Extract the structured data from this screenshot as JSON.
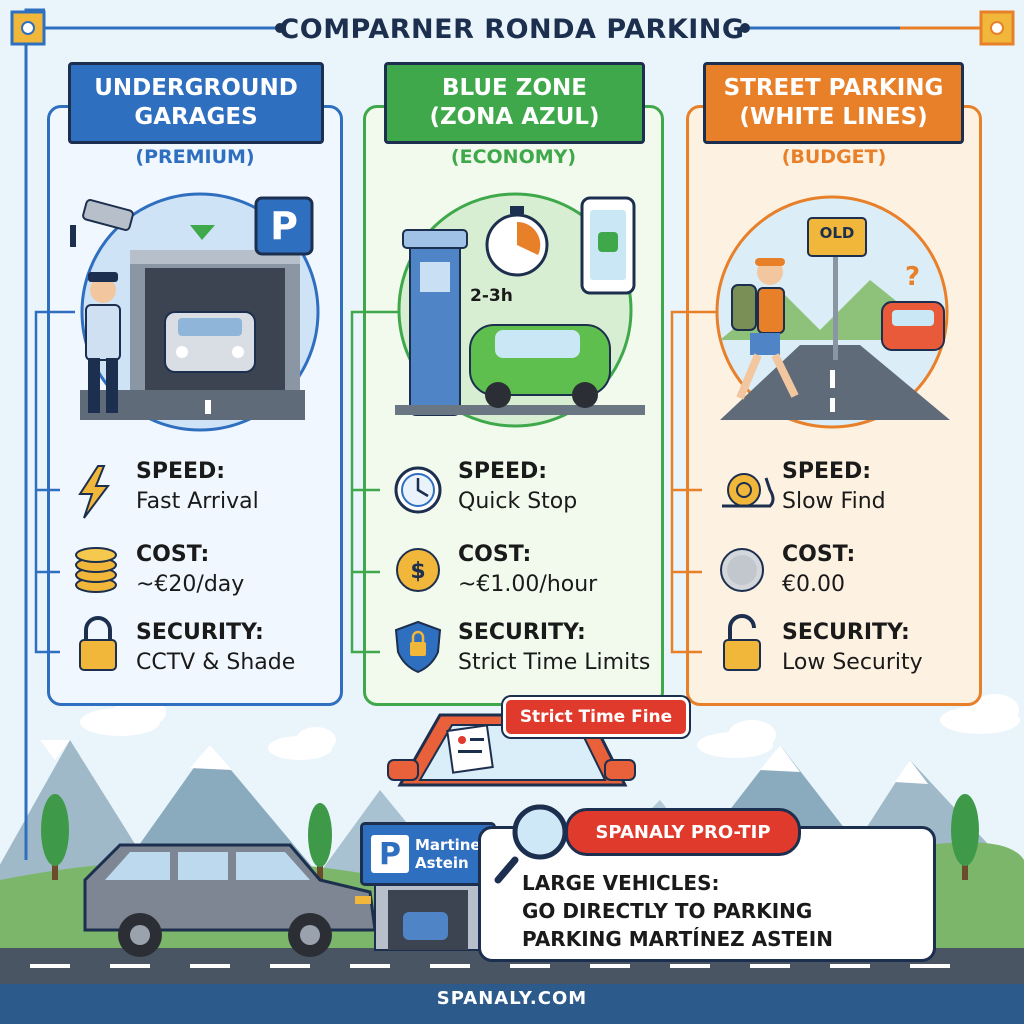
{
  "title": "COMPARNER RONDA PARKING",
  "colors": {
    "blue": "#2f6fc0",
    "green": "#3ea84a",
    "orange": "#e8802a",
    "red": "#e03a2c",
    "navy": "#1d2f4e"
  },
  "columns": [
    {
      "title_line1": "UNDERGROUND",
      "title_line2": "GARAGES",
      "subtitle": "(PREMIUM)",
      "sign_text": "P",
      "features": [
        {
          "icon": "lightning-icon",
          "label": "SPEED:",
          "value": "Fast Arrival"
        },
        {
          "icon": "coins-icon",
          "label": "COST:",
          "value": "~€20/day"
        },
        {
          "icon": "padlock-icon",
          "label": "SECURITY:",
          "value": "CCTV & Shade"
        }
      ]
    },
    {
      "title_line1": "BLUE ZONE",
      "title_line2": "(ZONA AZUL)",
      "subtitle": "(ECONOMY)",
      "timer_text": "2-3h",
      "features": [
        {
          "icon": "clock-icon",
          "label": "SPEED:",
          "value": "Quick Stop"
        },
        {
          "icon": "dollar-coin-icon",
          "label": "COST:",
          "value": "~€1.00/hour"
        },
        {
          "icon": "shield-lock-icon",
          "label": "SECURITY:",
          "value": "Strict Time Limits"
        }
      ]
    },
    {
      "title_line1": "STREET PARKING",
      "title_line2": "(WHITE LINES)",
      "subtitle": "(BUDGET)",
      "sign_text": "OLD",
      "question_mark": "?",
      "features": [
        {
          "icon": "snail-icon",
          "label": "SPEED:",
          "value": "Slow Find"
        },
        {
          "icon": "silver-coin-icon",
          "label": "COST:",
          "value": "€0.00"
        },
        {
          "icon": "open-padlock-icon",
          "label": "SECURITY:",
          "value": "Low Security"
        }
      ]
    }
  ],
  "fine_label": "Strict Time Fine",
  "parking_sign": {
    "letter": "P",
    "line1": "Martinez",
    "line2": "Astein"
  },
  "tip": {
    "header": "SPANALY PRO-TIP",
    "line1": "LARGE VEHICLES:",
    "line2": "GO DIRECTLY TO PARKING",
    "line3": "PARKING MARTÍNEZ ASTEIN"
  },
  "footer": "SPANALY.COM"
}
